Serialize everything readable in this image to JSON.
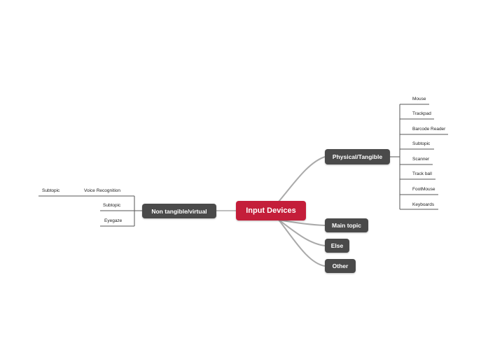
{
  "central": "Input Devices",
  "colors": {
    "central": "#c41e3a",
    "topic": "#4a4a4a",
    "line": "#aaaaaa",
    "branch": "#555555"
  },
  "topics": {
    "physical": "Physical/Tangible",
    "main": "Main topic",
    "else": "Else",
    "other": "Other",
    "nontangible": "Non tangible/virtual"
  },
  "physical_items": [
    "Mouse",
    "Trackpad",
    "Barcode Reader",
    "Subtopic",
    "Scanner",
    "Track ball",
    "FootMouse",
    "Keyboards"
  ],
  "virtual_items": {
    "voice": "Voice Recognition",
    "voice_sub": "Subtopic",
    "subtopic": "Subtopic",
    "eyegaze": "Eyegaze"
  }
}
